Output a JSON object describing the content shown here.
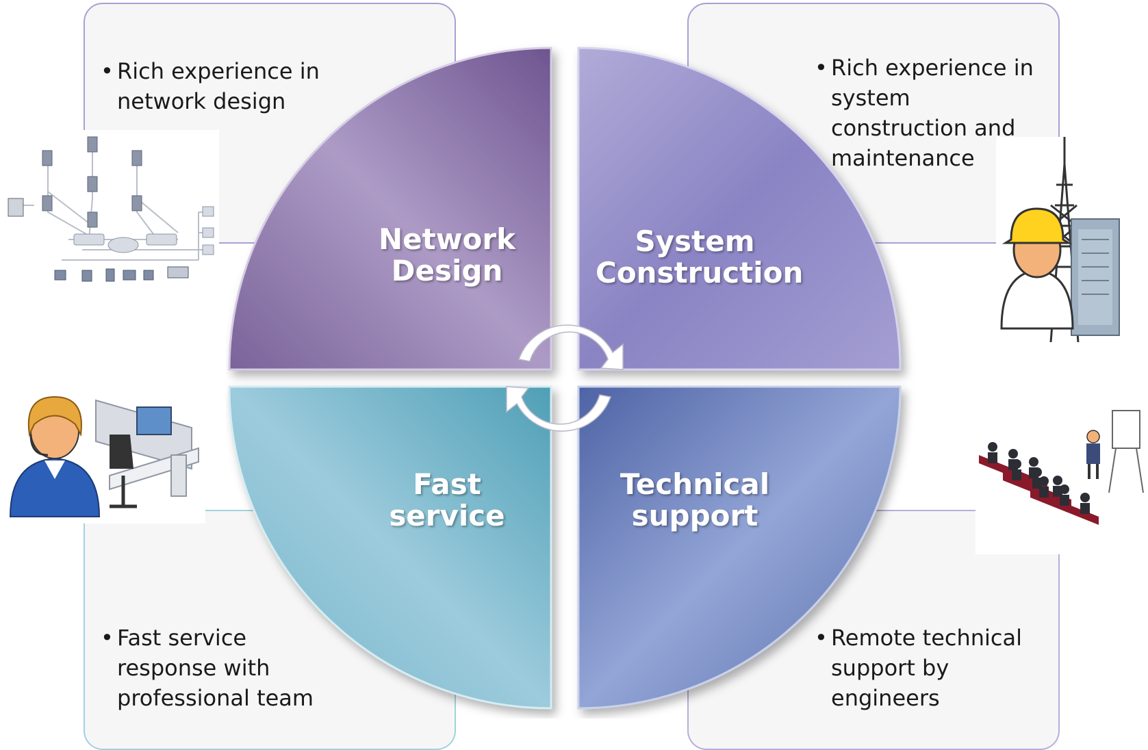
{
  "quadrants": {
    "top_left": {
      "label": [
        "Network",
        "Design"
      ],
      "color": "#8e73a8"
    },
    "top_right": {
      "label": [
        "System",
        "Construction"
      ],
      "color": "#8a85c6"
    },
    "bottom_left": {
      "label": [
        "Fast",
        "service"
      ],
      "color": "#6fb5cc"
    },
    "bottom_right": {
      "label": [
        "Technical",
        "support"
      ],
      "color": "#6f83bd"
    }
  },
  "boxes": {
    "top_left": {
      "bullet": "•",
      "lines": [
        "Rich experience in",
        "network design"
      ]
    },
    "top_right": {
      "bullet": "•",
      "lines": [
        "Rich experience in",
        "system",
        "construction and",
        "maintenance"
      ]
    },
    "bottom_left": {
      "bullet": "•",
      "lines": [
        "Fast service",
        "response with",
        "professional team"
      ]
    },
    "bottom_right": {
      "bullet": "•",
      "lines": [
        "Remote technical",
        "support by",
        "engineers"
      ]
    }
  },
  "icons": {
    "network": "network-topology-icon",
    "engineer": "construction-engineer-icon",
    "operator": "customer-service-operator-icon",
    "training": "training-seminar-icon",
    "cycle": "cycle-arrows-icon"
  }
}
